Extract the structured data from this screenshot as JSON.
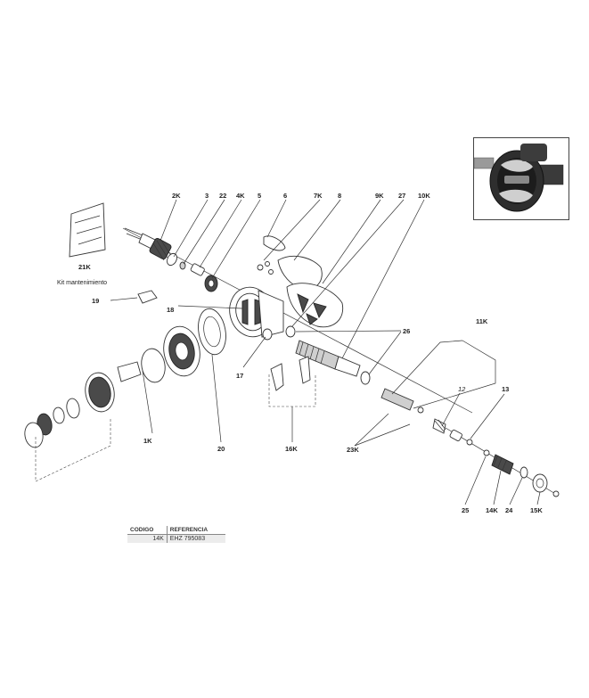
{
  "callouts": {
    "c2k": "2K",
    "c3": "3",
    "c22": "22",
    "c4k": "4K",
    "c5": "5",
    "c6": "6",
    "c7k": "7K",
    "c8": "8",
    "c9k": "9K",
    "c27": "27",
    "c10k": "10K",
    "c21k": "21K",
    "c19": "19",
    "c18": "18",
    "c17": "17",
    "c26": "26",
    "c11k": "11K",
    "c12": "12",
    "c13": "13",
    "c1k": "1K",
    "c20": "20",
    "c16k": "16K",
    "c23k": "23K",
    "c25": "25",
    "c14k": "14K",
    "c24": "24",
    "c15k": "15K"
  },
  "kit_label": "Kit mantenimiento",
  "reference_table": {
    "headers": [
      "CODIGO",
      "REFERENCIA"
    ],
    "rows": [
      [
        "14K",
        "EHZ 795083"
      ]
    ]
  }
}
